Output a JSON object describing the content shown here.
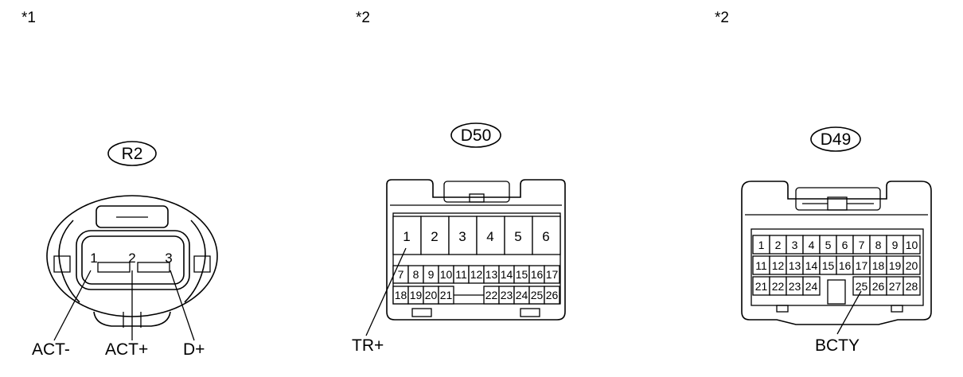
{
  "notes": [
    "*1",
    "*2",
    "*2"
  ],
  "connectors": {
    "r2": {
      "id": "R2",
      "pins": [
        "1",
        "2",
        "3"
      ],
      "signals": [
        "ACT-",
        "ACT+",
        "D+"
      ]
    },
    "d50": {
      "id": "D50",
      "top_pins": [
        "1",
        "2",
        "3",
        "4",
        "5",
        "6"
      ],
      "row2": [
        "7",
        "8",
        "9",
        "10",
        "11",
        "12",
        "13",
        "14",
        "15",
        "16",
        "17"
      ],
      "row3": [
        "18",
        "19",
        "20",
        "21",
        "22",
        "23",
        "24",
        "25",
        "26"
      ],
      "signals": [
        "TR+"
      ]
    },
    "d49": {
      "id": "D49",
      "row1": [
        "1",
        "2",
        "3",
        "4",
        "5",
        "6",
        "7",
        "8",
        "9",
        "10"
      ],
      "row2": [
        "11",
        "12",
        "13",
        "14",
        "15",
        "16",
        "17",
        "18",
        "19",
        "20"
      ],
      "row3": [
        "21",
        "22",
        "23",
        "24",
        "25",
        "26",
        "27",
        "28"
      ],
      "signals": [
        "BCTY"
      ]
    }
  }
}
